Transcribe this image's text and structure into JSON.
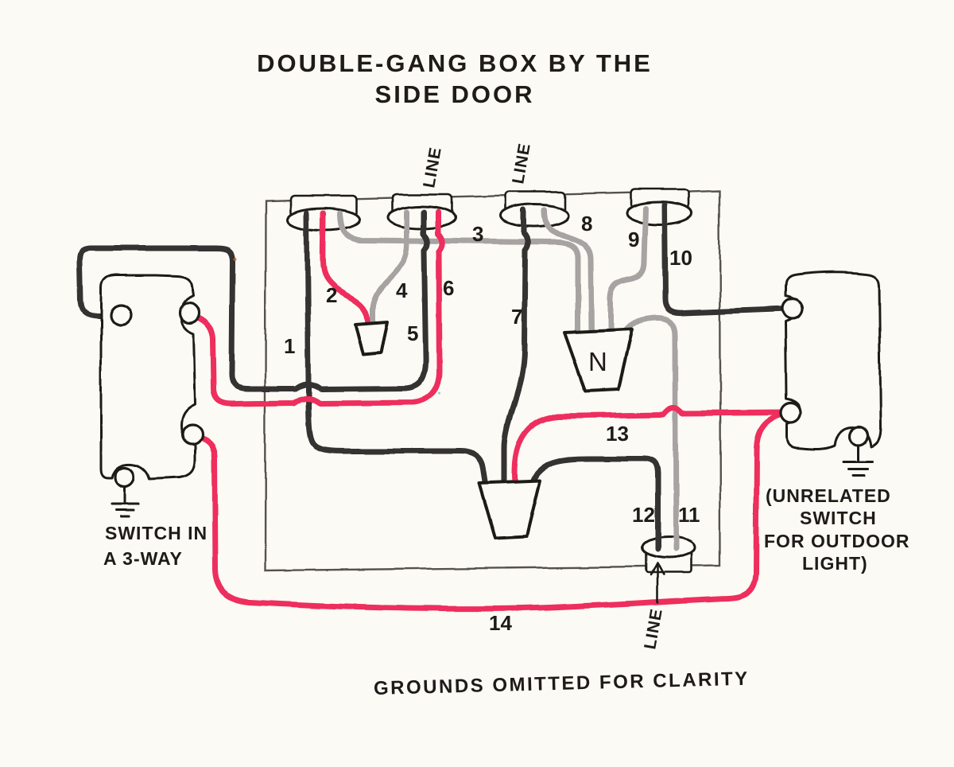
{
  "title": {
    "line1": "DOUBLE-GANG BOX BY THE",
    "line2": "SIDE DOOR"
  },
  "footnote": "GROUNDS OMITTED FOR CLARITY",
  "cable_labels": {
    "top_left": "LINE",
    "top_mid": "LINE",
    "bottom": "LINE"
  },
  "wire_numbers": [
    "1",
    "2",
    "3",
    "4",
    "5",
    "6",
    "7",
    "8",
    "9",
    "10",
    "11",
    "12",
    "13",
    "14"
  ],
  "wire_colors": {
    "wire_1": "black",
    "wire_2": "red",
    "wire_3": "gray",
    "wire_4": "gray",
    "wire_5": "black",
    "wire_6": "red",
    "wire_7": "black",
    "wire_8": "gray",
    "wire_9": "gray",
    "wire_10": "black",
    "wire_11": "gray",
    "wire_12": "black",
    "wire_13": "red",
    "wire_14": "red"
  },
  "wire_nut_labels": {
    "neutral": "N"
  },
  "left_switch": {
    "line1": "SWITCH IN",
    "line2": "A 3-WAY"
  },
  "right_switch": {
    "line1": "(UNRELATED",
    "line2": "SWITCH",
    "line3": "FOR OUTDOOR",
    "line4": "LIGHT)"
  },
  "colors": {
    "paper": "#fbfaf5",
    "ink": "#1e1b18",
    "pencil": "#57514b",
    "black_wire": "#343130",
    "red_wire": "#ee2f5d",
    "gray_wire": "#a7a3a2"
  }
}
